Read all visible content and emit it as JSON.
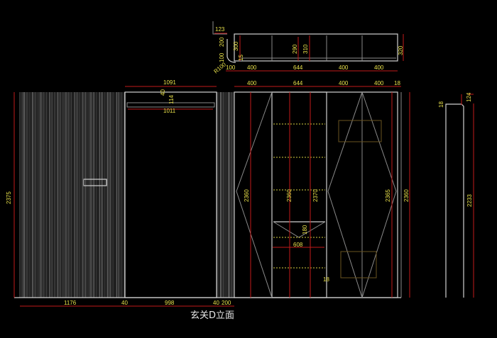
{
  "title": "玄关D立面",
  "plan_dims": {
    "top_123": "123",
    "v_200": "200",
    "v_100": "100",
    "v_300": "300",
    "v_15": "15",
    "radius": "R100",
    "v_290": "290",
    "v_310": "310",
    "v_320": "320",
    "row": [
      "100",
      "400",
      "644",
      "400",
      "400"
    ]
  },
  "elevation_dims": {
    "top_row": [
      "400",
      "644",
      "400",
      "400",
      "18"
    ],
    "w_1091": "1091",
    "h_40": "40",
    "h_114": "114",
    "w_1011": "1011",
    "h_2375": "2375",
    "h_2360_left": "2360",
    "h_2360_mid": "2360",
    "h_2370": "2370",
    "h_2365": "2365",
    "h_2360_right": "2360",
    "h_180": "180",
    "w_608": "608",
    "h_18": "18",
    "bottom_row": [
      "1176",
      "40",
      "998",
      "40",
      "200"
    ]
  },
  "side_dims": {
    "t_18": "18",
    "t_124": "124",
    "h_2233": "2233"
  }
}
